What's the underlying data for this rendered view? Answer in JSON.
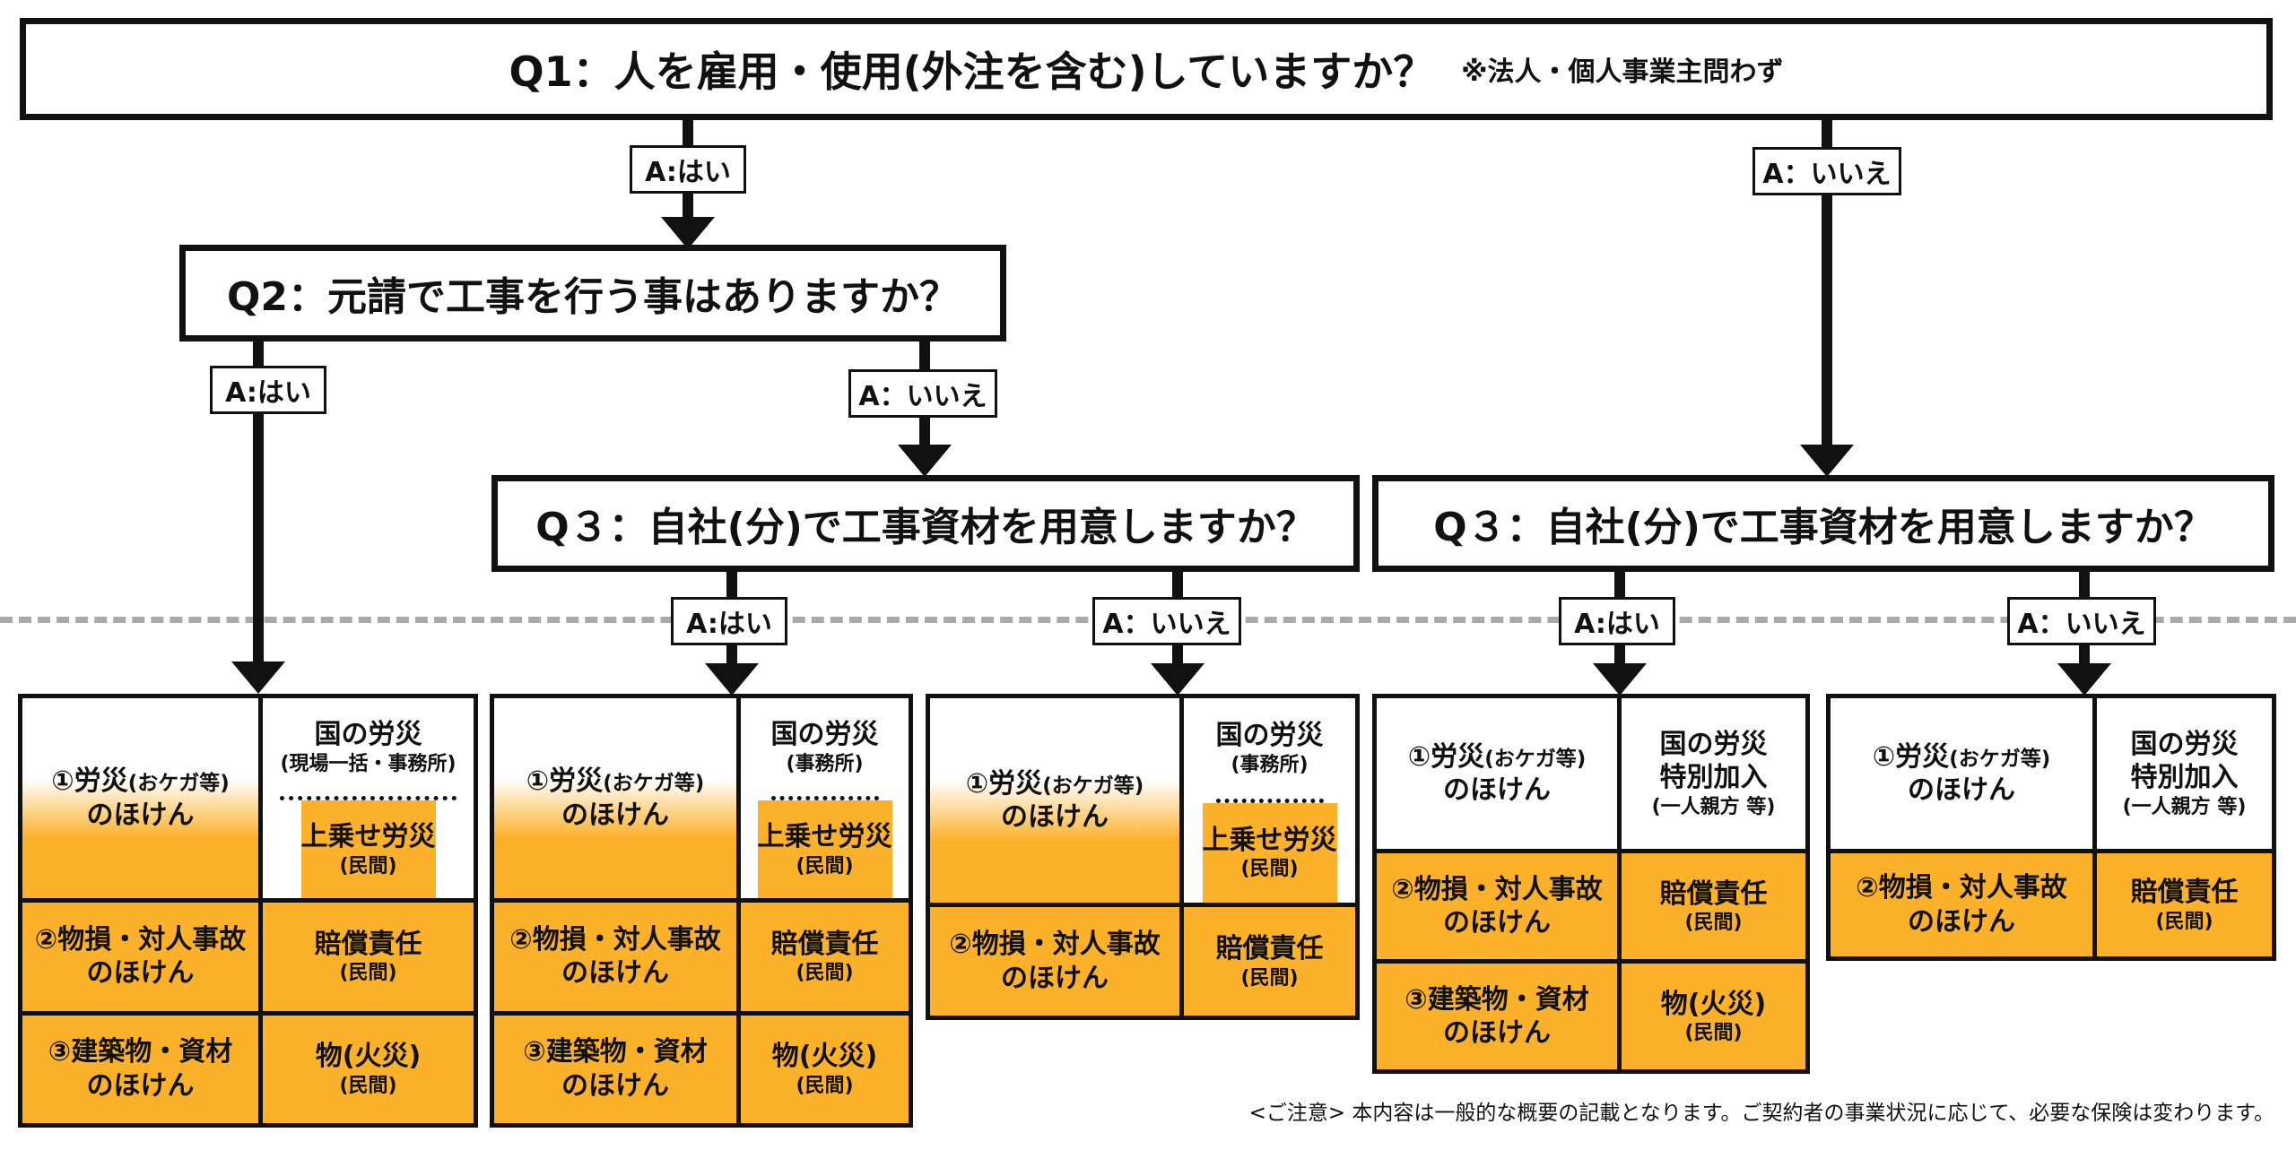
{
  "q1": {
    "text": "Q1：人を雇用・使用(外注を含む)していますか？",
    "note": "※法人・個人事業主問わず"
  },
  "q2": {
    "text": "Q2：元請で工事を行う事はありますか？"
  },
  "q3": {
    "text": "Q３：自社(分)で工事資材を用意しますか？"
  },
  "answers": {
    "yes": "A:はい",
    "no": "A：いいえ"
  },
  "cells": {
    "rousai_line1": "①労災",
    "rousai_paren": "(おケガ等)",
    "nohoken": "のほけん",
    "bussonn": "②物損・対人事故",
    "kenchiku": "③建築物・資材",
    "kuni_rousai": "国の労災",
    "genba_jimusho": "(現場一括・事務所)",
    "jimusho": "(事務所)",
    "uwanose": "上乗せ労災",
    "minkan": "(民間)",
    "baisho": "賠償責任",
    "kasai": "物(火災)",
    "tokubetsu": "特別加入",
    "hitori_oyakata": "(一人親方 等)"
  },
  "footnote": "<ご注意> 本内容は一般的な概要の記載となります。ご契約者の事業状況に応じて、必要な保険は変わります。"
}
